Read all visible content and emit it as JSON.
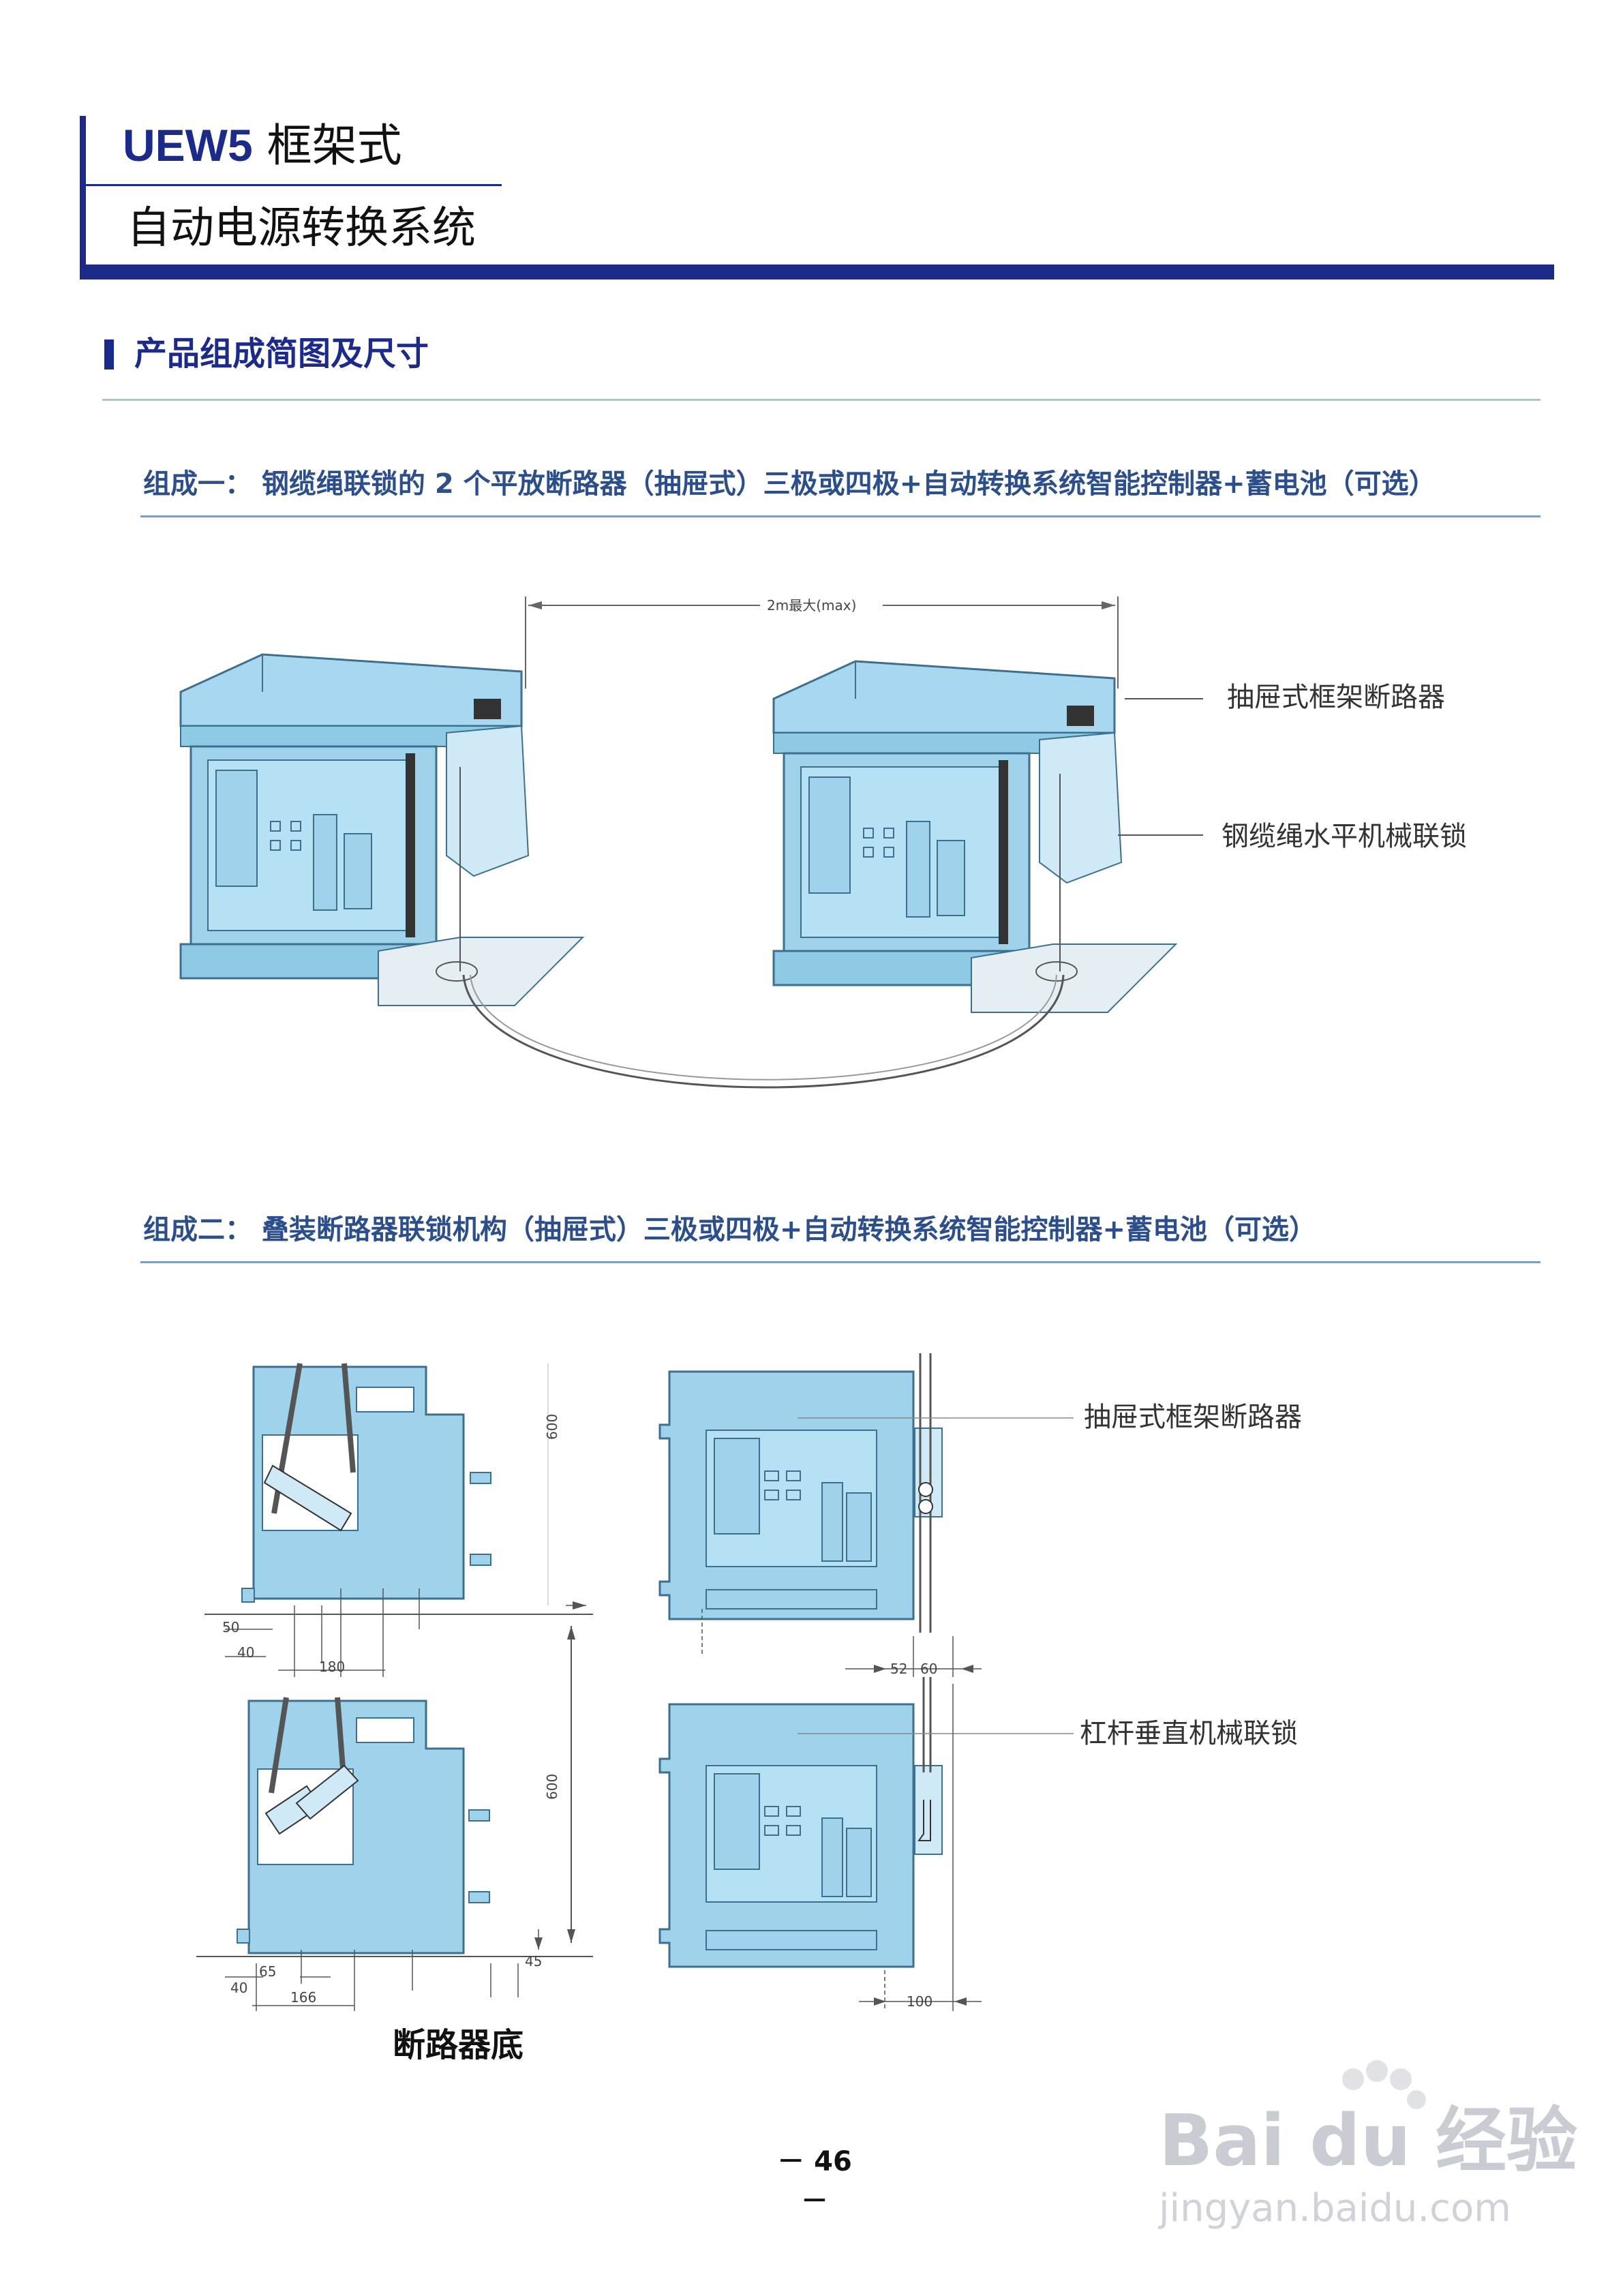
{
  "header": {
    "brand": "UEW5",
    "title_suffix": " 框架式",
    "subtitle": "自动电源转换系统"
  },
  "section": {
    "title": "产品组成简图及尺寸"
  },
  "composition1": {
    "title": "组成一： 钢缆绳联锁的 2 个平放断路器（抽屉式）三极或四极+自动转换系统智能控制器+蓄电池（可选）",
    "dimension": "2m最大(max)",
    "callout_breaker": "抽屉式框架断路器",
    "callout_interlock": "钢缆绳水平机械联锁"
  },
  "composition2": {
    "title": "组成二： 叠装断路器联锁机构（抽屉式）三极或四极+自动转换系统智能控制器+蓄电池（可选）",
    "callout_breaker": "抽屉式框架断路器",
    "callout_interlock": "杠杆垂直机械联锁",
    "base_label": "断路器底",
    "dims": {
      "top_height": "600",
      "bottom_height": "600",
      "d50": "50",
      "d40a": "40",
      "d180": "180",
      "d65": "65",
      "d40b": "40",
      "d166": "166",
      "d45": "45",
      "d52": "52",
      "d60": "60",
      "d100": "100"
    }
  },
  "footer": {
    "page_number": "－ 46 －"
  },
  "watermark": {
    "brand": "Bai du 经验",
    "url": "jingyan.baidu.com"
  },
  "colors": {
    "navy": "#1c2b8a",
    "breaker_blue": "#9fd3ec",
    "breaker_stroke": "#3d6f8e",
    "heading_blue": "#2c4f8c"
  }
}
